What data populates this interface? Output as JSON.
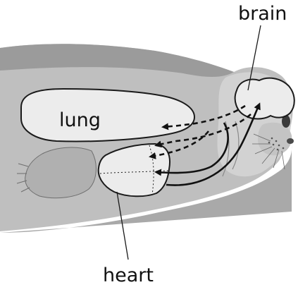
{
  "labels": {
    "brain": "brain",
    "lung": "lung",
    "heart": "heart"
  },
  "colors": {
    "body_outer": "#9a9a9a",
    "body_mid": "#b5b5b5",
    "body_light": "#d0d0d0",
    "organ_fill": "#ececec",
    "outline": "#1a1a1a",
    "arrow_dashed": "#111111",
    "arrow_solid": "#111111",
    "background": "#ffffff"
  },
  "arrows": {
    "dashed": "brain-to-lung (dashed, oxygen-depleted return)",
    "solid": "brain-to-heart (solid)"
  }
}
